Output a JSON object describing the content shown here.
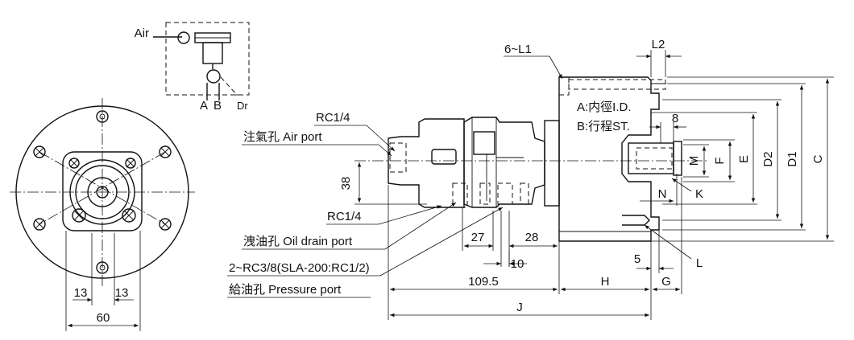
{
  "schematic": {
    "air": "Air",
    "a": "A",
    "b": "B",
    "dr": "Dr"
  },
  "front": {
    "dim_13_left": "13",
    "dim_13_right": "13",
    "dim_60": "60"
  },
  "side": {
    "rc14_top": "RC1/4",
    "air_port": "注氣孔 Air port",
    "dim_38": "38",
    "rc14_bottom": "RC1/4",
    "oil_drain": "洩油孔 Oil drain port",
    "rc38": "2~RC3/8(SLA-200:RC1/2)",
    "pressure_port": "給油孔 Pressure port",
    "dim_27": "27",
    "dim_28": "28",
    "dim_10": "10",
    "dim_109": "109.5",
    "dim_H": "H",
    "dim_G": "G",
    "dim_5": "5",
    "dim_J": "J",
    "dim_6L1": "6~L1",
    "dim_L2": "L2",
    "note_a": "A:内徑I.D.",
    "note_b": "B:行程ST.",
    "dim_8": "8",
    "dim_M": "M",
    "dim_F": "F",
    "dim_E": "E",
    "dim_D2": "D2",
    "dim_D1": "D1",
    "dim_C": "C",
    "dim_N": "N",
    "dim_K": "K",
    "dim_L": "L"
  }
}
